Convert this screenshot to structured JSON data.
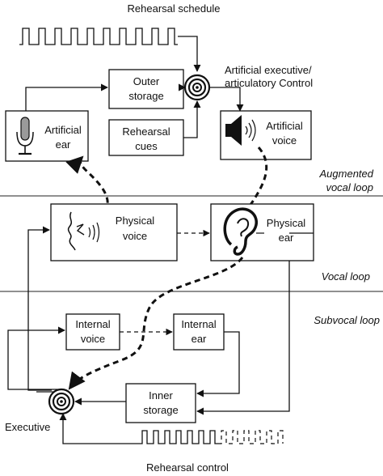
{
  "labels": {
    "rehearsal_schedule": "Rehearsal schedule",
    "outer_storage_1": "Outer",
    "outer_storage_2": "storage",
    "rehearsal_cues_1": "Rehearsal",
    "rehearsal_cues_2": "cues",
    "artificial_exec_1": "Artificial executive/",
    "artificial_exec_2": "articulatory Control",
    "artificial_ear_1": "Artificial",
    "artificial_ear_2": "ear",
    "artificial_voice_1": "Artificial",
    "artificial_voice_2": "voice",
    "augmented_loop_1": "Augmented",
    "augmented_loop_2": "vocal loop",
    "physical_voice_1": "Physical",
    "physical_voice_2": "voice",
    "physical_ear_1": "Physical",
    "physical_ear_2": "ear",
    "vocal_loop": "Vocal loop",
    "subvocal_loop": "Subvocal loop",
    "internal_voice_1": "Internal",
    "internal_voice_2": "voice",
    "internal_ear_1": "Internal",
    "internal_ear_2": "ear",
    "inner_storage_1": "Inner",
    "inner_storage_2": "storage",
    "executive": "Executive",
    "rehearsal_control": "Rehearsal control"
  },
  "icons": {
    "microphone": "microphone-icon",
    "speaker": "speaker-icon",
    "mouth": "mouth-icon",
    "ear": "ear-icon",
    "target": "target-icon"
  }
}
